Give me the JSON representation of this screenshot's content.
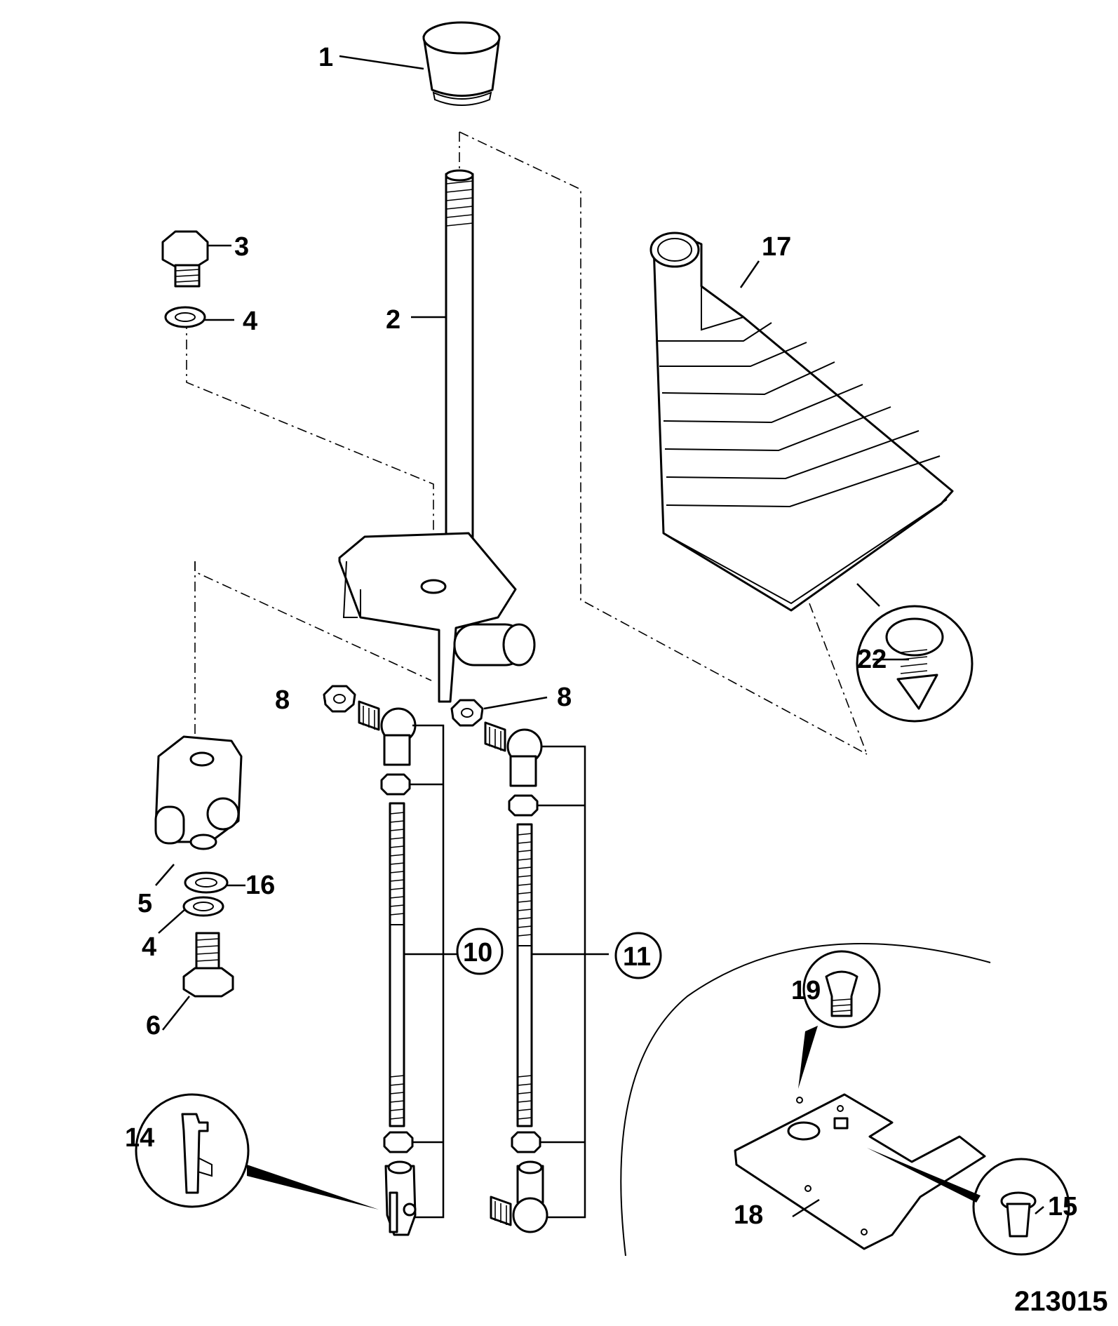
{
  "drawing_number": "213015",
  "callouts": {
    "c1": "1",
    "c2": "2",
    "c3": "3",
    "c4a": "4",
    "c4b": "4",
    "c5": "5",
    "c6": "6",
    "c8a": "8",
    "c8b": "8",
    "c10": "10",
    "c11": "11",
    "c14": "14",
    "c15": "15",
    "c16": "16",
    "c17": "17",
    "c18": "18",
    "c19": "19",
    "c22": "22"
  }
}
